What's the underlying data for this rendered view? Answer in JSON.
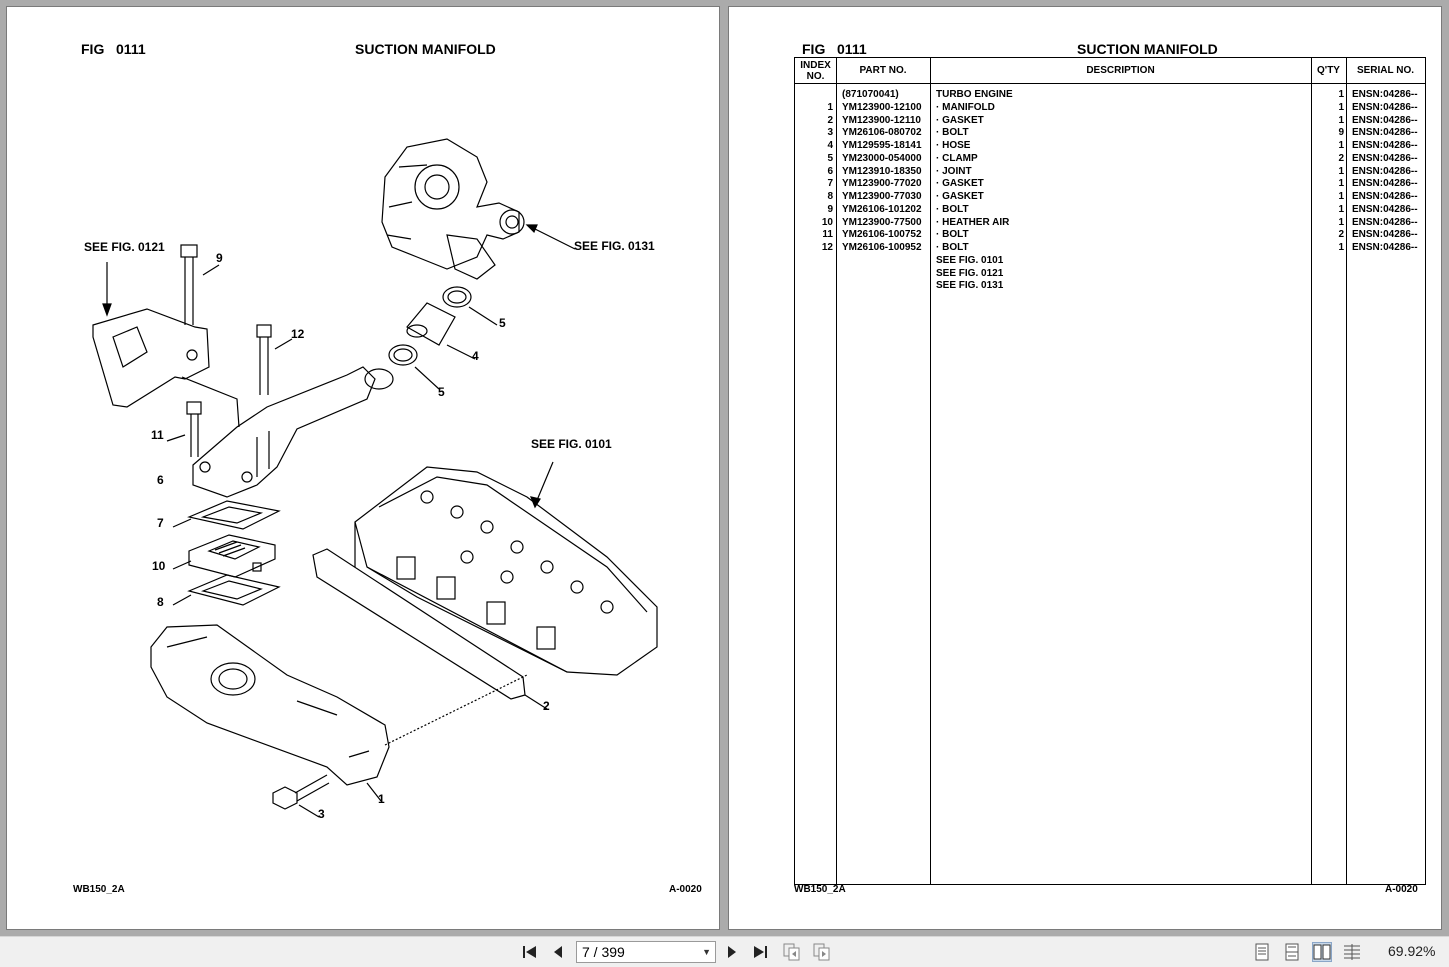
{
  "left_page": {
    "fig_label": "FIG",
    "fig_number": "0111",
    "title": "SUCTION MANIFOLD",
    "footer_left": "WB150_2A",
    "footer_right": "A-0020",
    "callouts": {
      "see_0121": "SEE FIG. 0121",
      "see_0131": "SEE FIG. 0131",
      "see_0101": "SEE FIG. 0101",
      "n9": "9",
      "n12": "12",
      "n5a": "5",
      "n4": "4",
      "n5b": "5",
      "n11": "11",
      "n6": "6",
      "n7": "7",
      "n10": "10",
      "n8": "8",
      "n2": "2",
      "n1": "1",
      "n3": "3"
    }
  },
  "right_page": {
    "fig_label": "FIG",
    "fig_number": "0111",
    "title": "SUCTION MANIFOLD",
    "footer_left": "WB150_2A",
    "footer_right": "A-0020",
    "table": {
      "headers": {
        "index": "INDEX NO.",
        "part": "PART NO.",
        "description": "DESCRIPTION",
        "qty": "Q'TY",
        "serial": "SERIAL NO."
      },
      "rows": [
        {
          "index": "",
          "part": "(871070041)",
          "description": "TURBO ENGINE",
          "qty": "1",
          "serial": "ENSN:04286--"
        },
        {
          "index": "1",
          "part": "YM123900-12100",
          "description": "·  MANIFOLD",
          "qty": "1",
          "serial": "ENSN:04286--"
        },
        {
          "index": "2",
          "part": "YM123900-12110",
          "description": "·  GASKET",
          "qty": "1",
          "serial": "ENSN:04286--"
        },
        {
          "index": "3",
          "part": "YM26106-080702",
          "description": "·  BOLT",
          "qty": "9",
          "serial": "ENSN:04286--"
        },
        {
          "index": "4",
          "part": "YM129595-18141",
          "description": "·  HOSE",
          "qty": "1",
          "serial": "ENSN:04286--"
        },
        {
          "index": "5",
          "part": "YM23000-054000",
          "description": "·  CLAMP",
          "qty": "2",
          "serial": "ENSN:04286--"
        },
        {
          "index": "6",
          "part": "YM123910-18350",
          "description": "·  JOINT",
          "qty": "1",
          "serial": "ENSN:04286--"
        },
        {
          "index": "7",
          "part": "YM123900-77020",
          "description": "·  GASKET",
          "qty": "1",
          "serial": "ENSN:04286--"
        },
        {
          "index": "8",
          "part": "YM123900-77030",
          "description": "·  GASKET",
          "qty": "1",
          "serial": "ENSN:04286--"
        },
        {
          "index": "9",
          "part": "YM26106-101202",
          "description": "·  BOLT",
          "qty": "1",
          "serial": "ENSN:04286--"
        },
        {
          "index": "10",
          "part": "YM123900-77500",
          "description": "·  HEATHER AIR",
          "qty": "1",
          "serial": "ENSN:04286--"
        },
        {
          "index": "11",
          "part": "YM26106-100752",
          "description": "·  BOLT",
          "qty": "2",
          "serial": "ENSN:04286--"
        },
        {
          "index": "12",
          "part": "YM26106-100952",
          "description": "·  BOLT",
          "qty": "1",
          "serial": "ENSN:04286--"
        },
        {
          "index": "",
          "part": "",
          "description": "SEE FIG. 0101",
          "qty": "",
          "serial": ""
        },
        {
          "index": "",
          "part": "",
          "description": "SEE FIG. 0121",
          "qty": "",
          "serial": ""
        },
        {
          "index": "",
          "part": "",
          "description": "SEE FIG. 0131",
          "qty": "",
          "serial": ""
        }
      ]
    }
  },
  "toolbar": {
    "page_indicator": "7 / 399",
    "zoom": "69.92%",
    "icons": [
      "first-page-icon",
      "prev-page-icon",
      "next-page-icon",
      "last-page-icon",
      "prev-view-icon",
      "next-view-icon",
      "single-page-icon",
      "continuous-page-icon",
      "facing-pages-icon",
      "continuous-facing-icon"
    ]
  }
}
